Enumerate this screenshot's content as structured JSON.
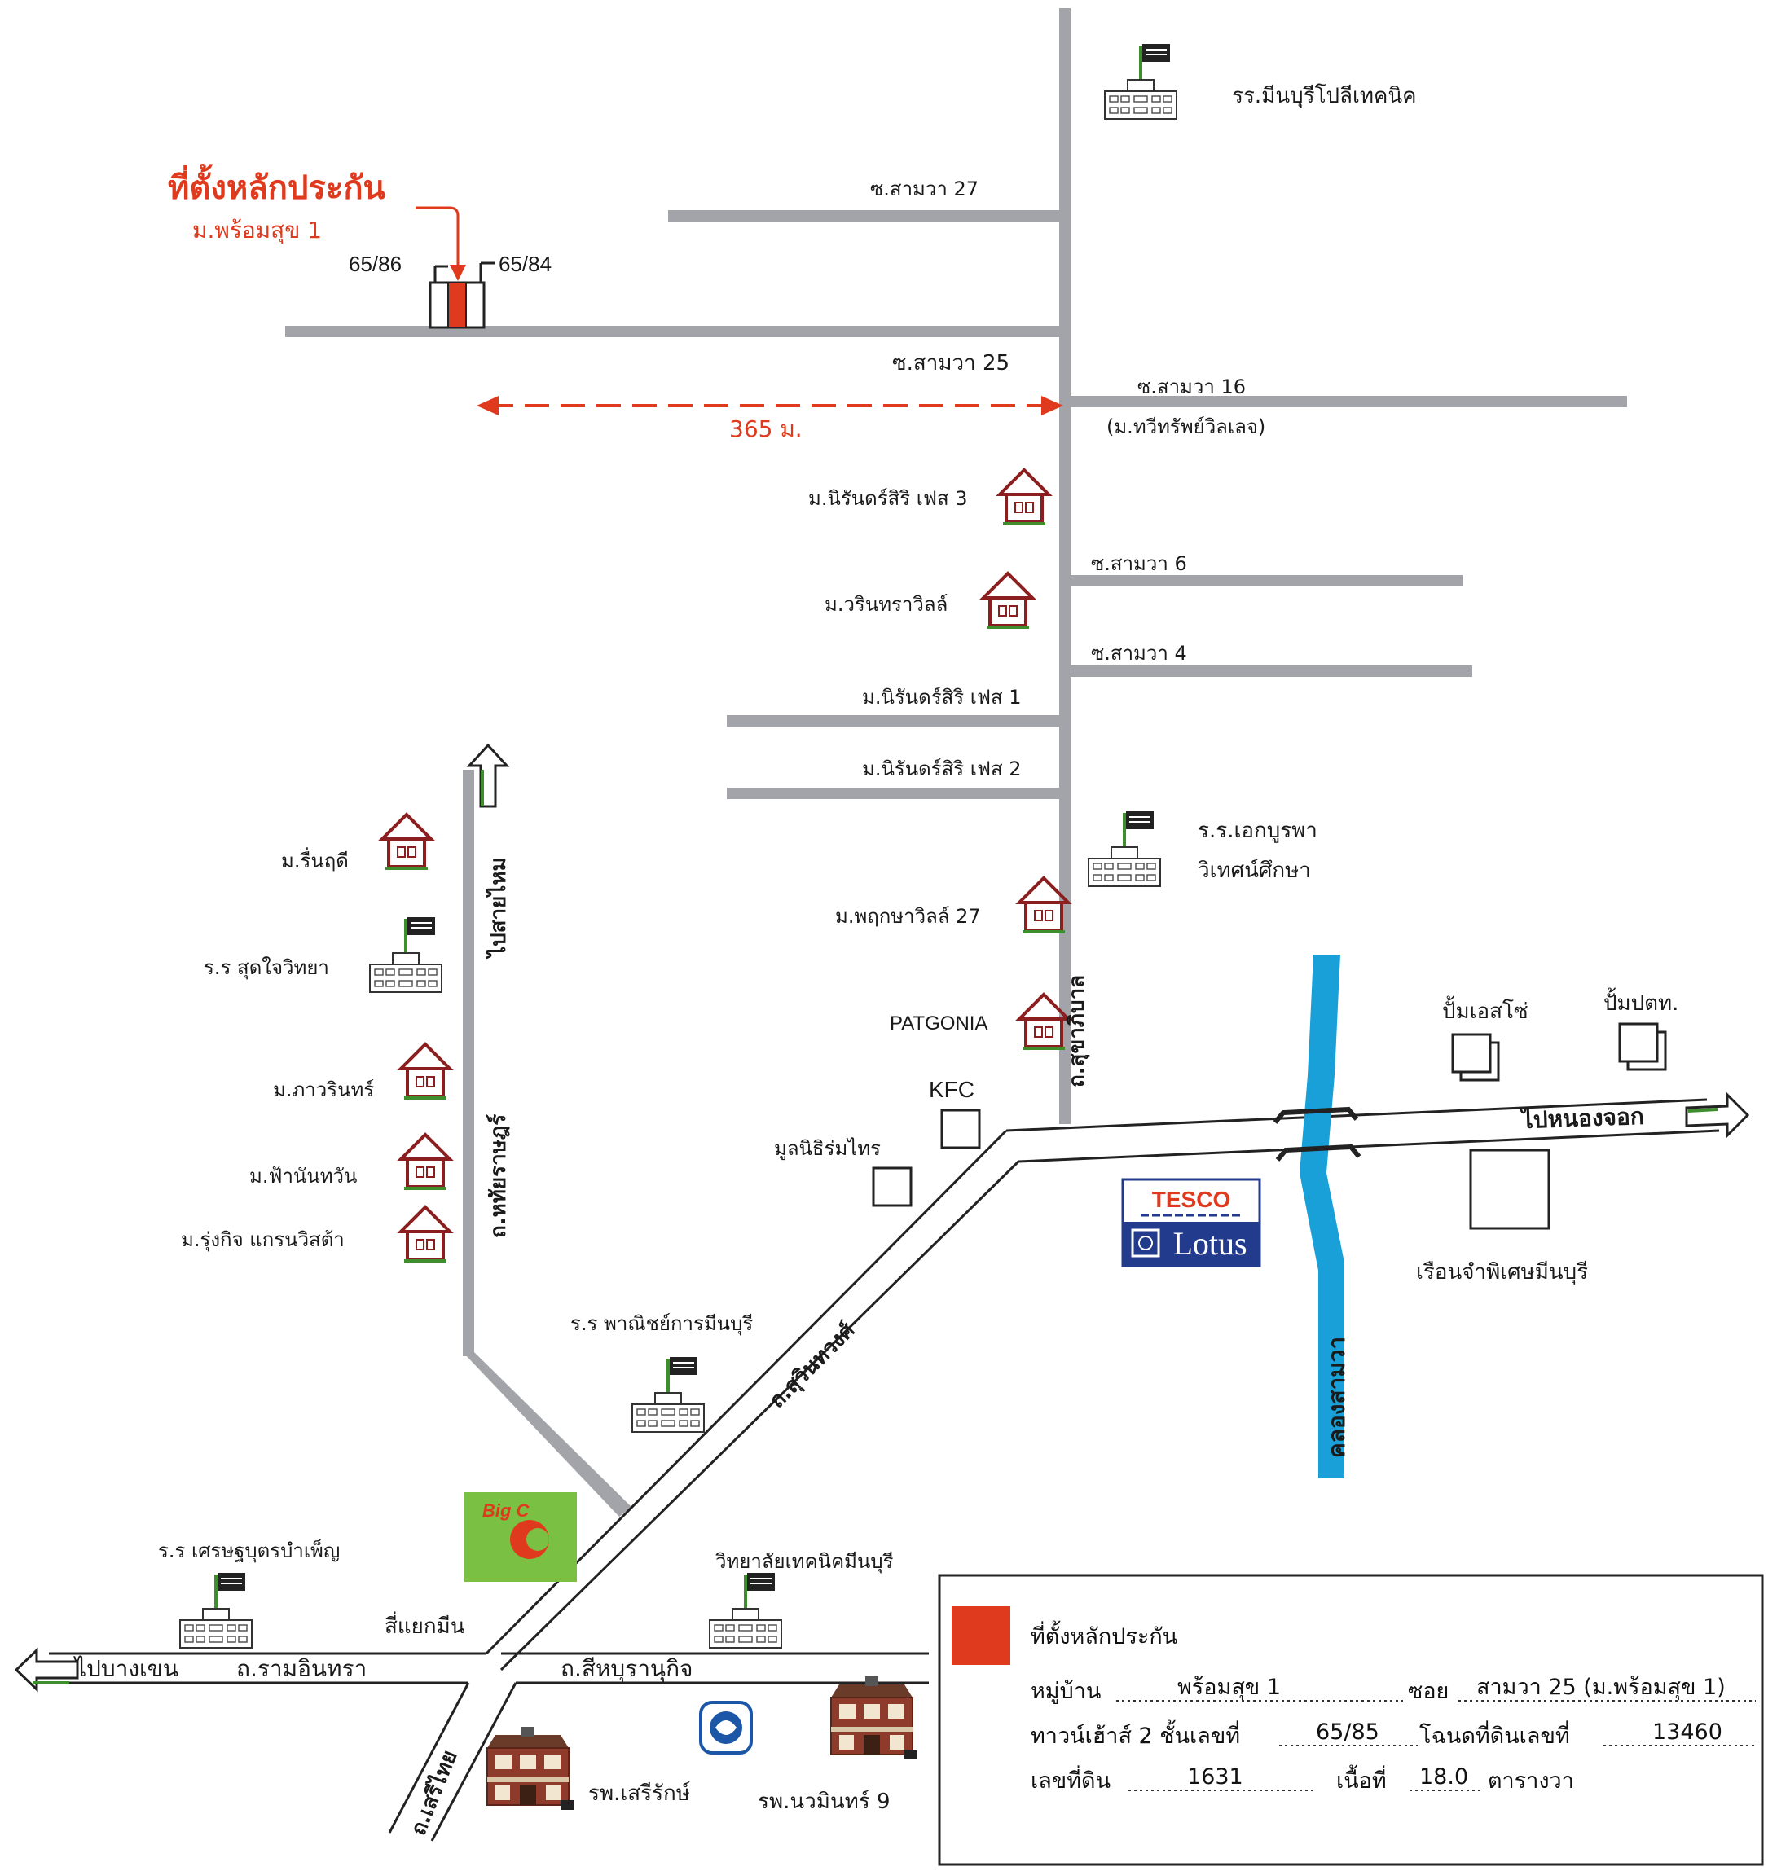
{
  "collateral": {
    "title": "ที่ตั้งหลักประกัน",
    "subtitle": "ม.พร้อมสุข 1",
    "left_number": "65/86",
    "right_number": "65/84",
    "distance": "365 ม."
  },
  "roads": {
    "soi_27": "ซ.สามวา 27",
    "soi_25": "ซ.สามวา 25",
    "soi_16": "ซ.สามวา 16",
    "soi_16_note": "(ม.ทวีทรัพย์วิลเลจ)",
    "soi_6": "ซ.สามวา 6",
    "soi_4": "ซ.สามวา 4",
    "niran_phase1": "ม.นิรันดร์สิริ เฟส 1",
    "niran_phase2": "ม.นิรันดร์สิริ เฟส 2",
    "hathai_rat": "ถ.หทัยราษฎร์",
    "sai_mai": "ไปสายไหม",
    "sukhaphiban": "ถ.สุขาภิบาล",
    "suwinthawong": "ถ.สุวินทวงศ์",
    "to_nong_chok": "ไปหนองจอก",
    "to_bang_khen": "ไปบางเขน",
    "ram_inthra": "ถ.รามอินทรา",
    "sihaburanukit": "ถ.สีหบุรานุกิจ",
    "seri_thai": "ถ.เสรีไทย",
    "si_yaek_min": "สี่แยกมีน",
    "canal": "คลองสามวา"
  },
  "places": {
    "minburi_poly": "รร.มีนบุรีโปลีเทคนิค",
    "niran_phase3": "ม.นิรันดร์สิริ เฟส 3",
    "warintra_ville": "ม.วรินทราวิลล์",
    "ekburapha_1": "ร.ร.เอกบูรพา",
    "ekburapha_2": "วิเทศน์ศึกษา",
    "pruksa_27": "ม.พฤกษาวิลล์ 27",
    "patgonia": "PATGONIA",
    "kfc": "KFC",
    "ruam_thai": "มูลนิธิร่มไทร",
    "esso": "ปั้มเอสโซ่",
    "ptt": "ปั้มปตท.",
    "prison": "เรือนจำพิเศษมีนบุรี",
    "ruen_rudee": "ม.รื่นฤดี",
    "sudjai": "ร.ร สุดใจวิทยา",
    "pawarin": "ม.ภาวรินทร์",
    "fa_nanthawan": "ม.ฟ้านันทวัน",
    "rungkit": "ม.รุ่งกิจ แกรนวิสต้า",
    "panich_minburi": "ร.ร พาณิชย์การมีนบุรี",
    "setthabut": "ร.ร เศรษฐบุตรบำเพ็ญ",
    "technic_minburi": "วิทยาลัยเทคนิคมีนบุรี",
    "serirak": "รพ.เสรีรักษ์",
    "nawamin_9": "รพ.นวมินทร์ 9"
  },
  "logos": {
    "tesco": "TESCO",
    "lotus": "Lotus",
    "bigc": "Big C"
  },
  "legend": {
    "marker_label": "ที่ตั้งหลักประกัน",
    "village_label": "หมู่บ้าน",
    "village_value": "พร้อมสุข 1",
    "soi_label": "ซอย",
    "soi_value": "สามวา 25 (ม.พร้อมสุข 1)",
    "house_label": "ทาวน์เฮ้าส์ 2 ชั้นเลขที่",
    "house_value": "65/85",
    "deed_label": "โฉนดที่ดินเลขที่",
    "deed_value": "13460",
    "land_label": "เลขที่ดิน",
    "land_value": "1631",
    "area_label": "เนื้อที่",
    "area_value": "18.0",
    "area_unit": "ตารางวา"
  },
  "colors": {
    "road": "#a3a4a9",
    "marker_red": "#e03a1e",
    "house_outline": "#8b1e1e",
    "canal": "#1aa0d8",
    "tesco_blue": "#233b8c",
    "bigc_green": "#7ac143"
  }
}
